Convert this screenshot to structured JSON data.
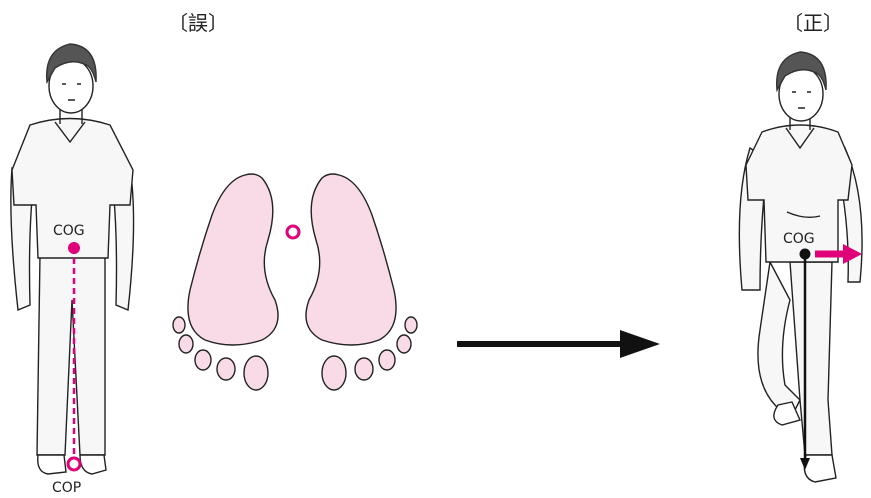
{
  "headers": {
    "wrong": "〔誤〕",
    "correct": "〔正〕"
  },
  "labels": {
    "cog_left": "COG",
    "cop_left": "COP",
    "cog_right": "COG"
  },
  "colors": {
    "accent": "#e0007a",
    "foot_fill": "#f9dbe8",
    "ink": "#222222",
    "hair": "#555555"
  }
}
